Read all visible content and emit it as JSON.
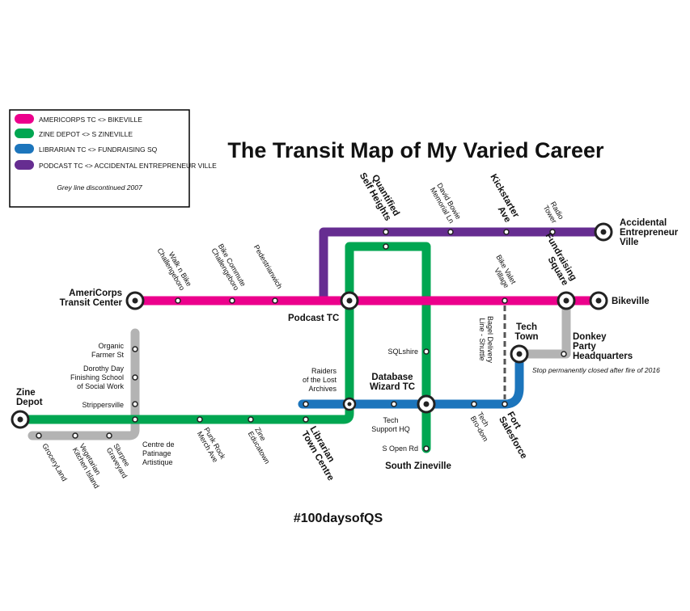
{
  "title": "The Transit Map of My Varied Career",
  "hashtag": "#100daysofQS",
  "legend": {
    "items": [
      {
        "label": "AMERICORPS TC <> BIKEVILLE",
        "color": "#ec008c"
      },
      {
        "label": "ZINE DEPOT <> S ZINEVILLE",
        "color": "#00a651"
      },
      {
        "label": "LIBRARIAN TC <> FUNDRAISING SQ",
        "color": "#1c75bc"
      },
      {
        "label": "PODCAST TC  <> ACCIDENTAL ENTREPRENEUR VILLE",
        "color": "#662d91"
      }
    ],
    "note": "Grey line discontinued 2007"
  },
  "grey_line_color": "#b3b3b3",
  "stations": {
    "americorps": "AmeriCorps\nTransit Center",
    "walk_n_bike": "Walk n Bike\nChallengeboro",
    "bike_commute": "Bike Commute\nChallengeboro",
    "pedestrianwich": "Pedestrianwich",
    "podcast_tc": "Podcast TC",
    "bike_valet": "Bike Valet\nVillage",
    "fundraising_square": "Fundraising\nSquare",
    "bikeville": "Bikeville",
    "quantified": "Quantified\nSelf Heights",
    "david_bowie": "David Bowie\nMemorial Ln",
    "kickstarter": "Kickstarter\nAve",
    "radio_tower": "Radio\nTower",
    "accidental": "Accidental\nEntrepreneur\nVille",
    "organic": "Organic\nFarmer St",
    "dorothy_day": "Dorothy Day\nFinishing School\nof Social Work",
    "strippersville": "Strippersville",
    "zine_depot": "Zine\nDepot",
    "centre_patinage": "Centre de\nPatinage\nArtistique",
    "groceryland": "GroceryLand",
    "vegetarian": "Vegetarian\nKitchen Island",
    "slurpee": "Slurpee\nGraveyard",
    "punk_rock": "Punk Rock\nMerch Ave",
    "zine_educatown": "Zine\nEducatown",
    "librarian": "Librarian\nTown Centre",
    "raiders": "Raiders\nof the Lost\nArchives",
    "sqlshire": "SQLshire",
    "database_wizard": "Database\nWizard TC",
    "tech_support": "Tech\nSupport HQ",
    "s_open_rd": "S Open Rd",
    "south_zineville": "South Zineville",
    "tech_bro_dom": "Tech\nBro-dom",
    "fort_salesforce": "Fort\nSalesforce",
    "bagel": "Bagel Delivery\nLine - Shuttle",
    "tech_town": "Tech\nTown",
    "donkey_party": "Donkey\nParty\nHeadquarters",
    "donkey_note": "Stop permanently closed after fire of 2016"
  }
}
